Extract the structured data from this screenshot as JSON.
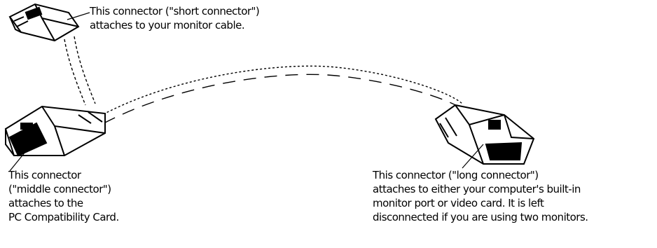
{
  "labels": {
    "short_connector": [
      "This connector (\"short connector\")",
      "attaches to your monitor cable."
    ],
    "middle_connector": [
      "This connector",
      "(\"middle connector\")",
      "attaches to the",
      "PC Compatibility Card."
    ],
    "long_connector": [
      "This connector (\"long connector\")",
      "attaches to either your computer's built-in",
      "monitor port or video card. It is left",
      "disconnected if you are using two monitors."
    ]
  }
}
